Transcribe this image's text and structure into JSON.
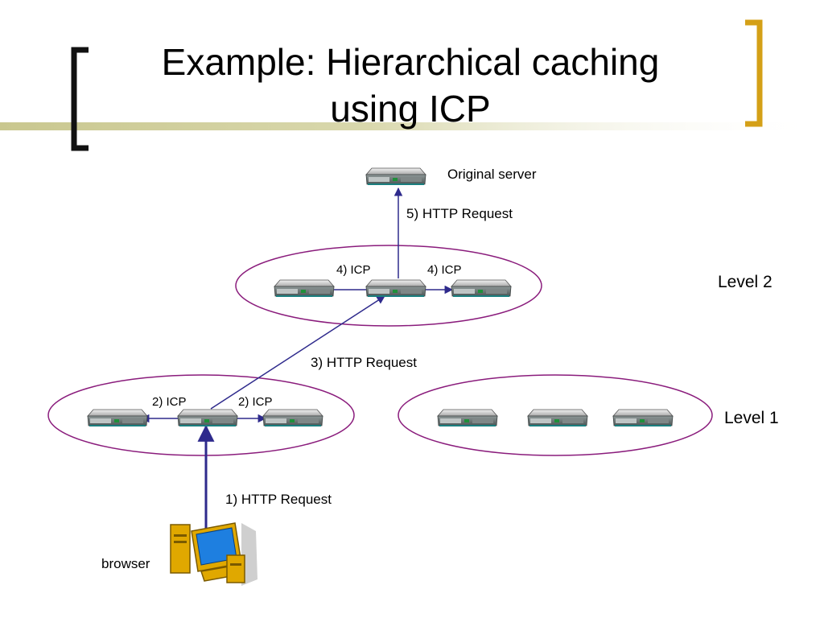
{
  "slide": {
    "title_line1": "Example: Hierarchical caching",
    "title_line2": "using ICP"
  },
  "diagram": {
    "origin_server_label": "Original server",
    "level2_label": "Level 2",
    "level1_label": "Level 1",
    "browser_label": "browser",
    "edges": {
      "http_1": "1) HTTP Request",
      "icp_2_left": "2) ICP",
      "icp_2_right": "2) ICP",
      "http_3": "3) HTTP Request",
      "icp_4_left": "4) ICP",
      "icp_4_right": "4) ICP",
      "http_5": "5) HTTP Request"
    }
  },
  "colors": {
    "accent_bar": "#c9c78f",
    "bracket_left": "#111111",
    "bracket_right": "#d4a017",
    "arrow": "#2e2a8c",
    "cluster_outline": "#8a1c7c"
  },
  "icons": {
    "server": "server-icon",
    "browser": "desktop-computer-icon"
  }
}
